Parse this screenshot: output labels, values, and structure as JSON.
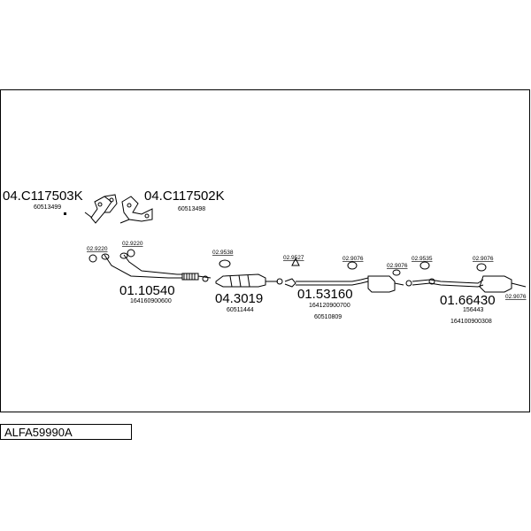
{
  "title": "ALFA59990A",
  "parts": {
    "p1": {
      "code": "04.C117503K",
      "oe": "60513499"
    },
    "p2": {
      "code": "04.C117502K",
      "oe": "60513498"
    },
    "p3": {
      "code": "01.10540",
      "oe": "164160900600"
    },
    "p4": {
      "code": "04.3019",
      "oe": "60511444"
    },
    "p5": {
      "code": "01.53160",
      "oe1": "164120900700",
      "oe2": "60510809"
    },
    "p6": {
      "code": "01.66430",
      "oe1": "156443",
      "oe2": "164100900308"
    }
  },
  "fittings": {
    "f1": "02.9220",
    "f2": "02.9220",
    "f3": "02.9538",
    "f4": "02.9527",
    "f5": "02.9076",
    "f6": "02.9076",
    "f7": "02.9535",
    "f8": "02.9076",
    "f9": "02.9076"
  }
}
